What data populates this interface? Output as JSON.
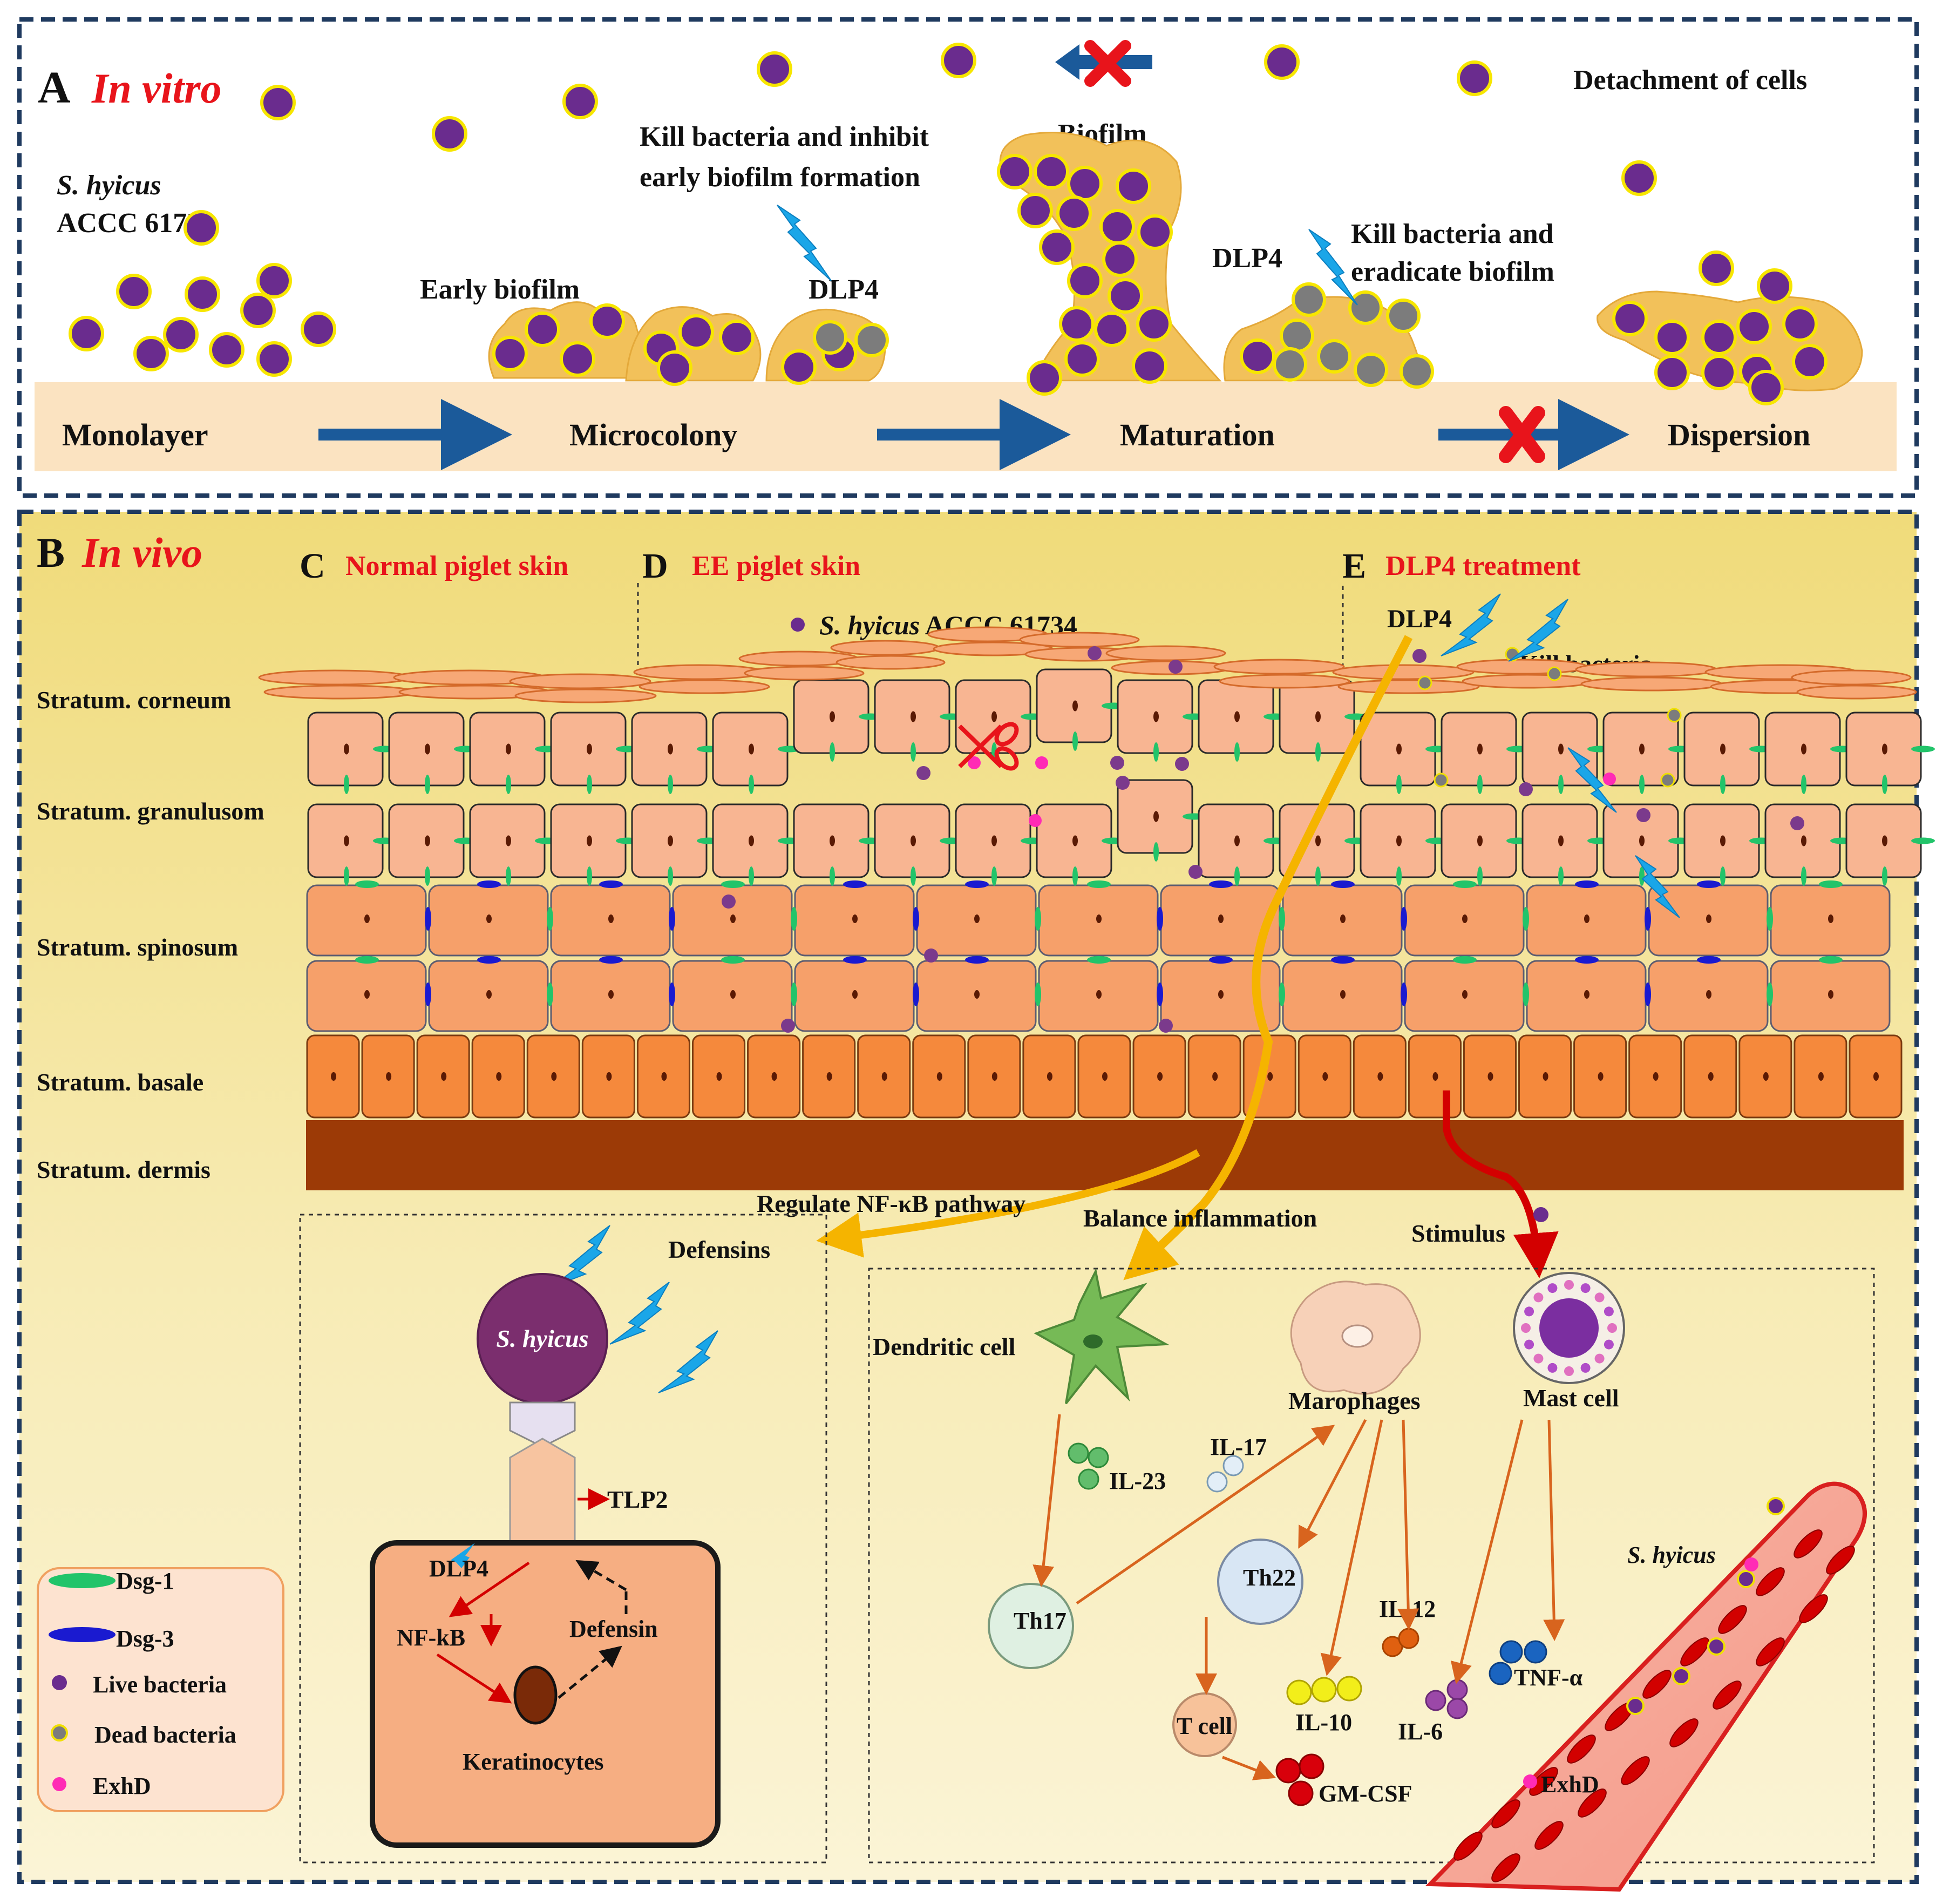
{
  "panel_a": {
    "letter": "A",
    "title": "In vitro",
    "strain_line1": "S. hyicus",
    "strain_line2": "ACCC 61734",
    "detachment": "Detachment of cells",
    "kill_early_line1": "Kill bacteria and inhibit",
    "kill_early_line2": "early  biofilm formation",
    "biofilm": "Biofilm",
    "early_biofilm": "Early biofilm",
    "dlp4_left": "DLP4",
    "dlp4_right": "DLP4",
    "kill_eradicate_line1": "Kill bacteria and",
    "kill_eradicate_line2": "eradicate biofilm",
    "stages": [
      "Monolayer",
      "Microcolony",
      "Maturation",
      "Dispersion"
    ]
  },
  "panel_b": {
    "letter_b": "B",
    "title_b": "In vivo",
    "letter_c": "C",
    "title_c": "Normal piglet skin",
    "letter_d": "D",
    "title_d": "EE piglet skin",
    "letter_e": "E",
    "title_e": "DLP4 treatment",
    "strain_italic": "S. hyicus",
    "strain_code": " ACCC 61734",
    "dlp4_label": "DLP4",
    "kill_bacteria": "Kill bacteria",
    "layers": [
      "Stratum. corneum",
      "Stratum. granulusom",
      "Stratum. spinosum",
      "Stratum. basale",
      "Stratum. dermis"
    ],
    "regulate": "Regulate NF-κB pathway",
    "balance": "Balance inflammation",
    "stimulus": "Stimulus"
  },
  "keratinocyte_box": {
    "defensins": "Defensins",
    "bacterium": "S. hyicus",
    "receptor": "TLP2",
    "dlp4": "DLP4",
    "nfkb": "NF-kB",
    "defensin": "Defensin",
    "cell": "Keratinocytes"
  },
  "immune_box": {
    "dendritic": "Dendritic cell",
    "macrophages": "Marophages",
    "mast": "Mast cell",
    "il23": "IL-23",
    "il17": "IL-17",
    "th17": "Th17",
    "th22": "Th22",
    "il12": "IL-12",
    "tcell": "T cell",
    "il10": "IL-10",
    "il6": "IL-6",
    "tnf": "TNF-α",
    "gmcsf": "GM-CSF",
    "vessel_bacteria": "S. hyicus",
    "exhd": "ExhD"
  },
  "legend": {
    "items": [
      "Dsg-1",
      "Dsg-3",
      "Live bacteria",
      "Dead bacteria",
      "ExhD"
    ]
  },
  "colors": {
    "frame": "#1f3a5f",
    "red_title": "#e8141b",
    "purple_bacteria": "#6a2c8e",
    "dead_bacteria": "#7c7c7c",
    "biofilm": "#f2c15a",
    "substrate": "#fbe3c1",
    "stage_arrow": "#1b5a9a",
    "panel_b_bg": "#f3e08e",
    "keratinocyte": "#f6ae82",
    "basale": "#f5893c",
    "dermis": "#9c3a06",
    "dsg1": "#22c46a",
    "dsg3": "#1a1ad0",
    "exhd": "#ff2bb5",
    "lightning": "#1aa6e8",
    "yellow_arrow": "#f5b400",
    "orange_arrow": "#d8641e",
    "red_arrow": "#d30000"
  }
}
